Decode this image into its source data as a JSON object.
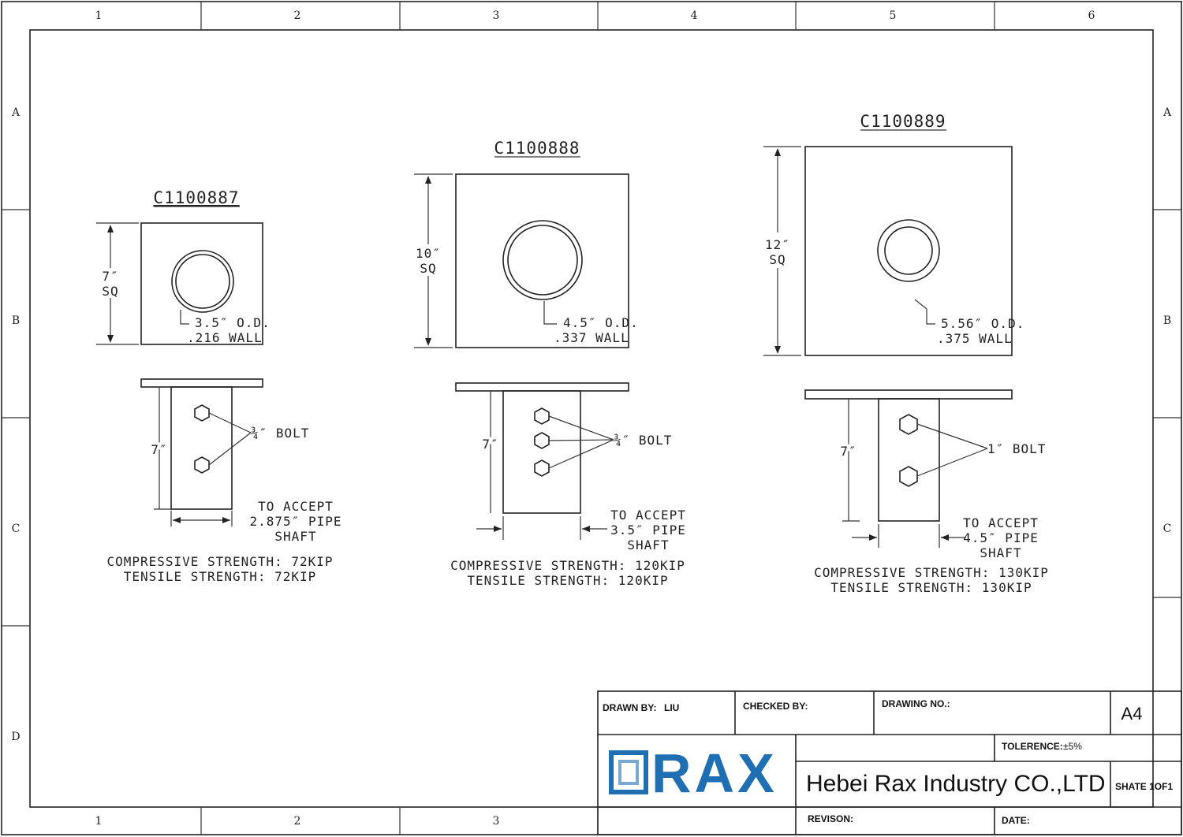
{
  "border": {
    "columns": [
      "1",
      "2",
      "3",
      "4",
      "5",
      "6"
    ],
    "bottom_columns": [
      "1",
      "2",
      "3"
    ],
    "rows": [
      "A",
      "B",
      "C",
      "D"
    ],
    "right_rows": [
      "A",
      "B",
      "C"
    ]
  },
  "parts": [
    {
      "part_no": "C1100887",
      "plate_size": "7″",
      "plate_unit": "SQ",
      "pipe_od": "3.5″ O.D.",
      "pipe_wall": ".216 WALL",
      "height": "7″",
      "bolt": "¾″ BOLT",
      "accept_line1": "TO ACCEPT",
      "accept_line2": "2.875″ PIPE",
      "accept_line3": "SHAFT",
      "compressive": "COMPRESSIVE STRENGTH: 72KIP",
      "tensile": "TENSILE STRENGTH: 72KIP"
    },
    {
      "part_no": "C1100888",
      "plate_size": "10″",
      "plate_unit": "SQ",
      "pipe_od": "4.5″ O.D.",
      "pipe_wall": ".337 WALL",
      "height": "7″",
      "bolt": "¾″ BOLT",
      "accept_line1": "TO ACCEPT",
      "accept_line2": "3.5″ PIPE",
      "accept_line3": "SHAFT",
      "compressive": "COMPRESSIVE STRENGTH: 120KIP",
      "tensile": "TENSILE STRENGTH: 120KIP"
    },
    {
      "part_no": "C1100889",
      "plate_size": "12″",
      "plate_unit": "SQ",
      "pipe_od": "5.56″ O.D.",
      "pipe_wall": ".375 WALL",
      "height": "7″",
      "bolt": "1″ BOLT",
      "accept_line1": "TO ACCEPT",
      "accept_line2": "4.5″ PIPE",
      "accept_line3": "SHAFT",
      "compressive": "COMPRESSIVE STRENGTH: 130KIP",
      "tensile": "TENSILE STRENGTH: 130KIP"
    }
  ],
  "title_block": {
    "drawn_by_label": "DRAWN BY:",
    "drawn_by_value": "LIU",
    "checked_by_label": "CHECKED BY:",
    "drawing_no_label": "DRAWING NO.:",
    "sheet_size": "A4",
    "tolerance_label": "TOLERENCE:",
    "tolerance_value": "±5%",
    "company": "Hebei Rax Industry CO.,LTD",
    "sheet": "SHATE 1OF1",
    "revision_label": "REVISON:",
    "date_label": "DATE:",
    "logo_text": "RAX",
    "logo_color": "#1f6fb2"
  }
}
